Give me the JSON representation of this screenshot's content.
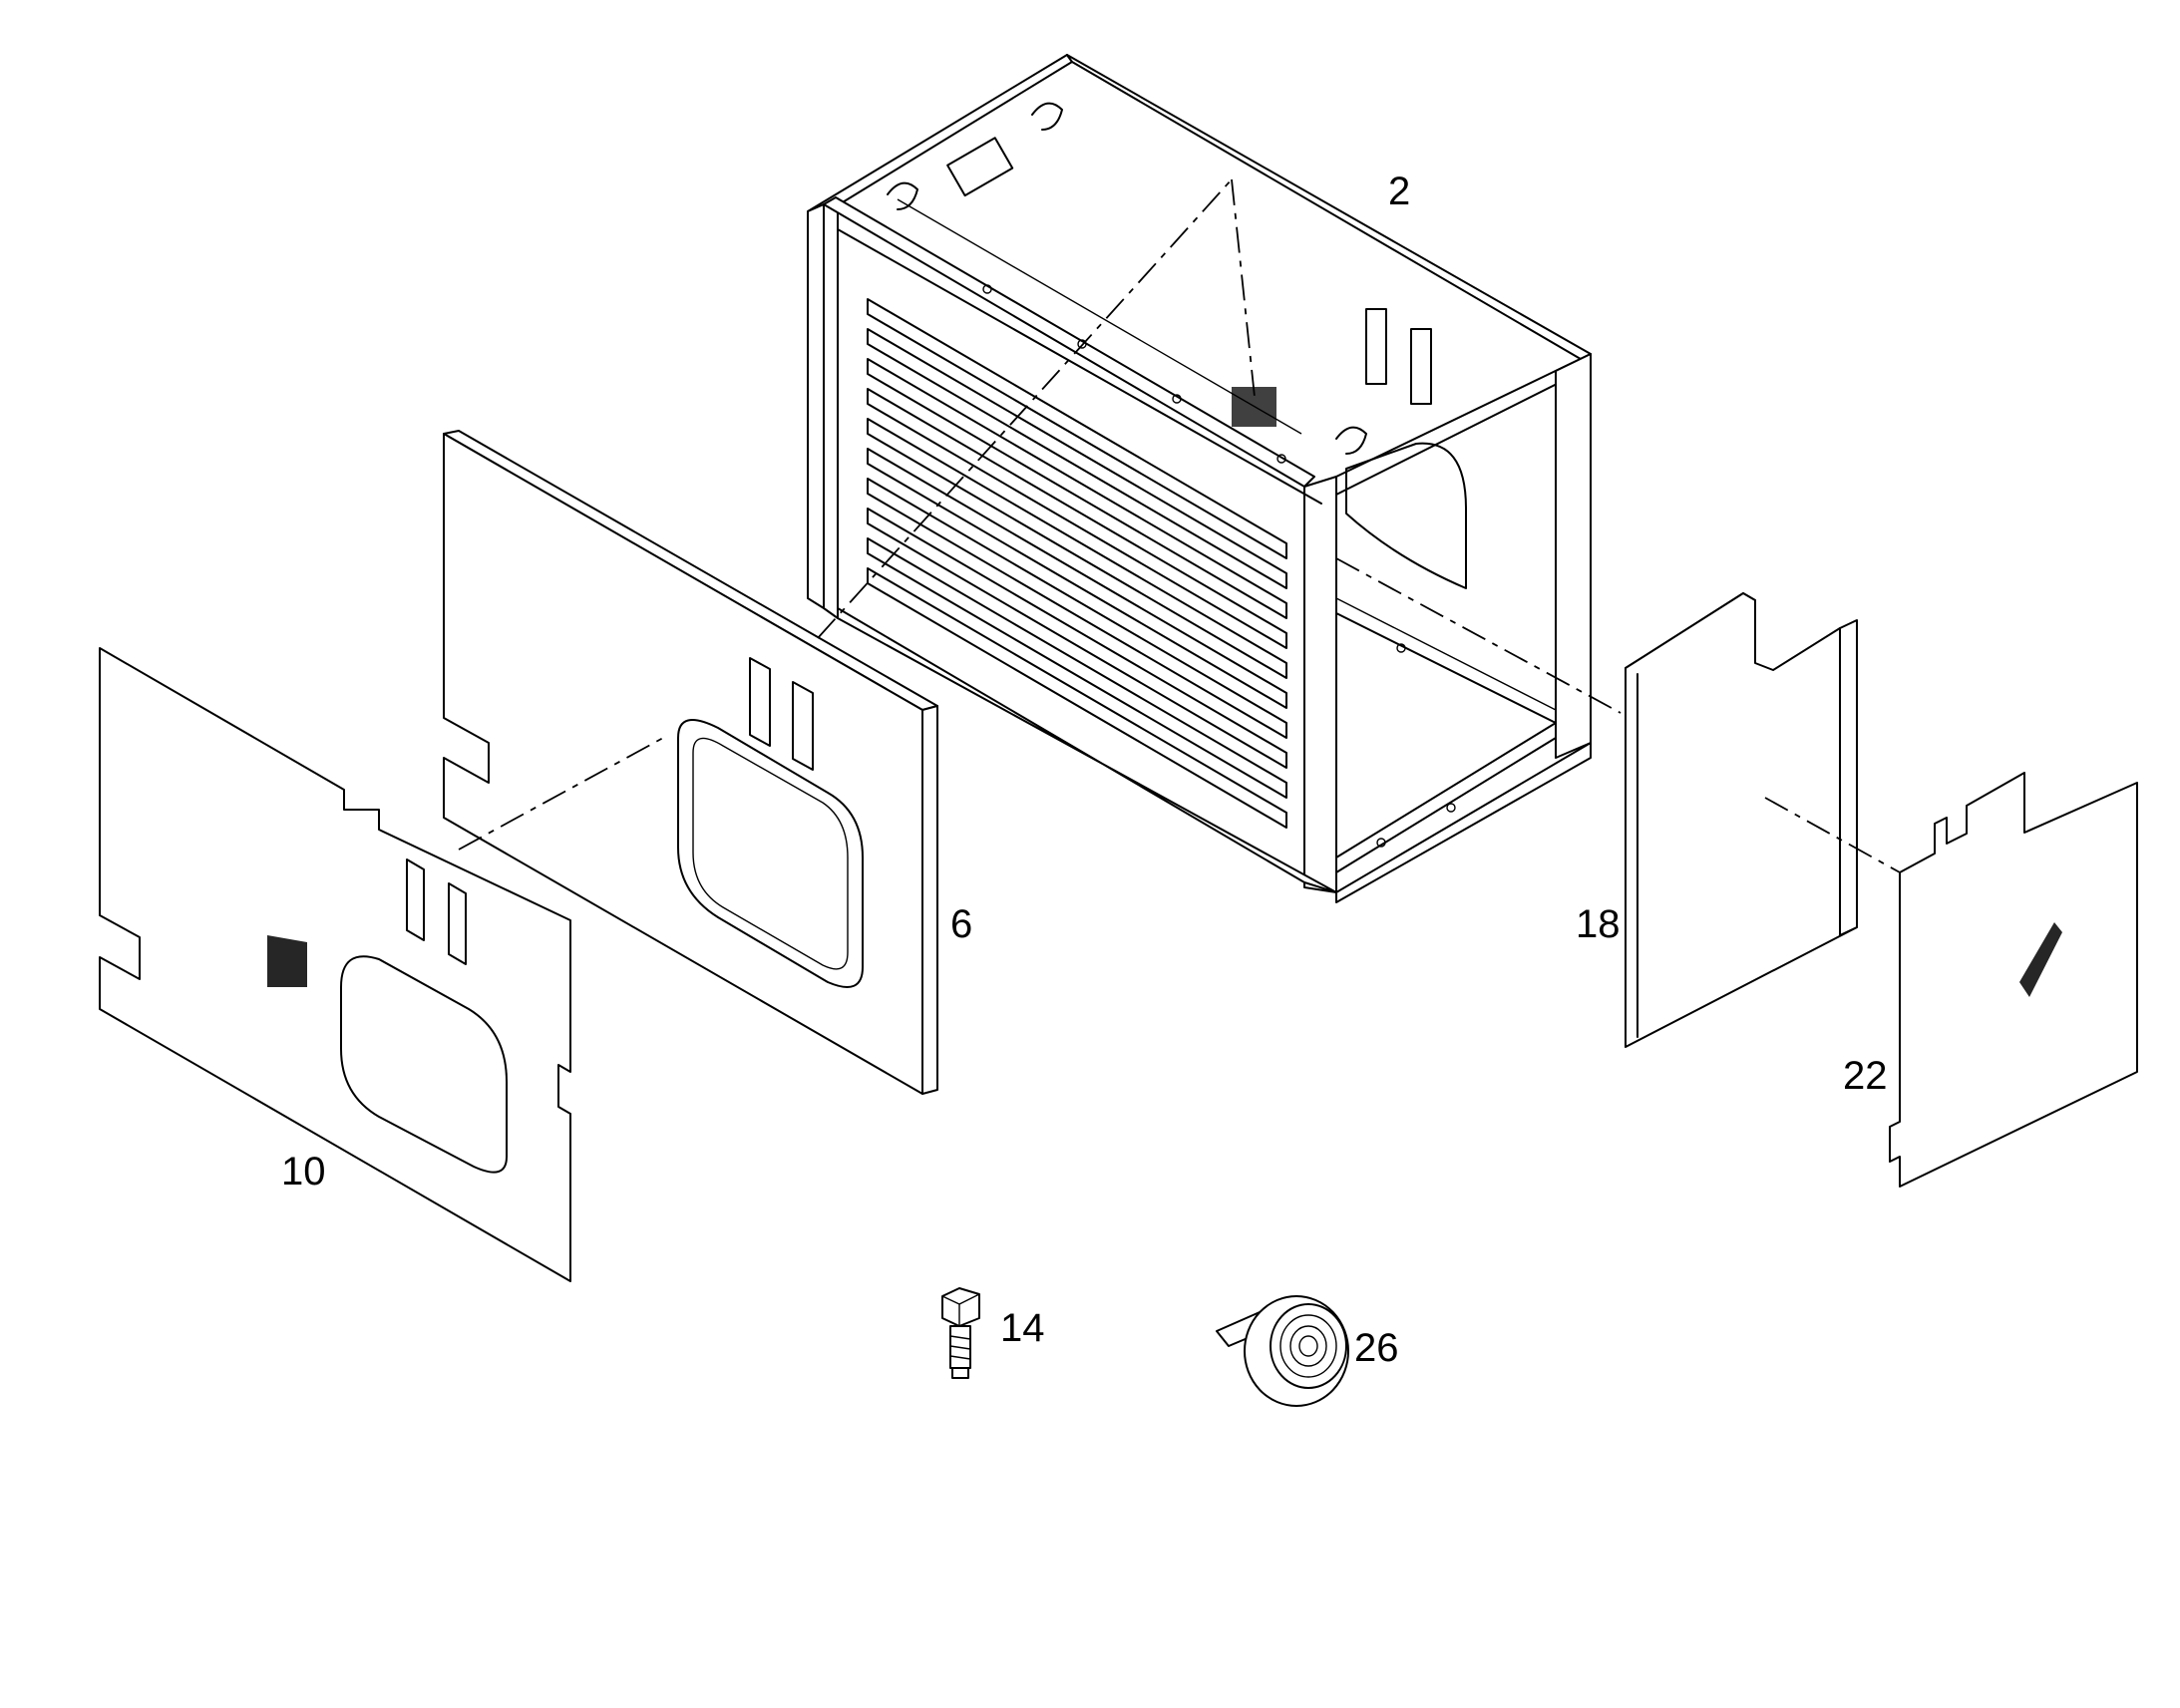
{
  "diagram": {
    "callouts": [
      {
        "id": "c2",
        "text": "2"
      },
      {
        "id": "c6",
        "text": "6"
      },
      {
        "id": "c10",
        "text": "10"
      },
      {
        "id": "c14",
        "text": "14"
      },
      {
        "id": "c18",
        "text": "18"
      },
      {
        "id": "c22",
        "text": "22"
      },
      {
        "id": "c26",
        "text": "26"
      }
    ],
    "parts": [
      {
        "callout": "2",
        "icon": "cabinet-frame-icon"
      },
      {
        "callout": "6",
        "icon": "front-insulation-panel-icon"
      },
      {
        "callout": "10",
        "icon": "front-cover-plate-icon"
      },
      {
        "callout": "14",
        "icon": "hex-bolt-icon"
      },
      {
        "callout": "18",
        "icon": "side-insulation-panel-icon"
      },
      {
        "callout": "22",
        "icon": "side-cover-plate-icon"
      },
      {
        "callout": "26",
        "icon": "tape-roll-icon"
      }
    ],
    "colors": {
      "line": "#000000",
      "background": "#ffffff"
    }
  }
}
